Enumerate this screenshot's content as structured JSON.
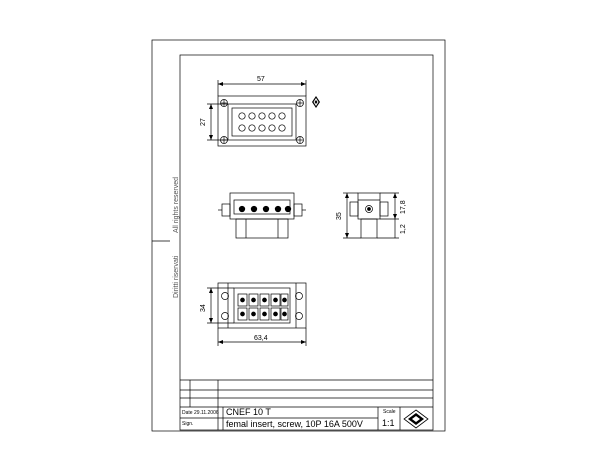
{
  "side_text": {
    "all_rights": "All rights reserved",
    "diritti": "Diritti riservati"
  },
  "title_block": {
    "date_label": "Date",
    "date_value": "29.11.2006",
    "sign_label": "Sign.",
    "part_code": "CNEF 10 T",
    "description": "femal insert, screw, 10P 16A 500V",
    "scale_label": "Scale",
    "scale_value": "1:1"
  },
  "dimensions": {
    "top_width": "57",
    "top_height": "27",
    "side_height": "35",
    "side_upper": "17,8",
    "side_lower": "1,2",
    "bottom_height": "34",
    "bottom_width": "63,4"
  },
  "icons": {
    "logo": "diamond-logo-icon",
    "projection": "projection-symbol-icon"
  }
}
